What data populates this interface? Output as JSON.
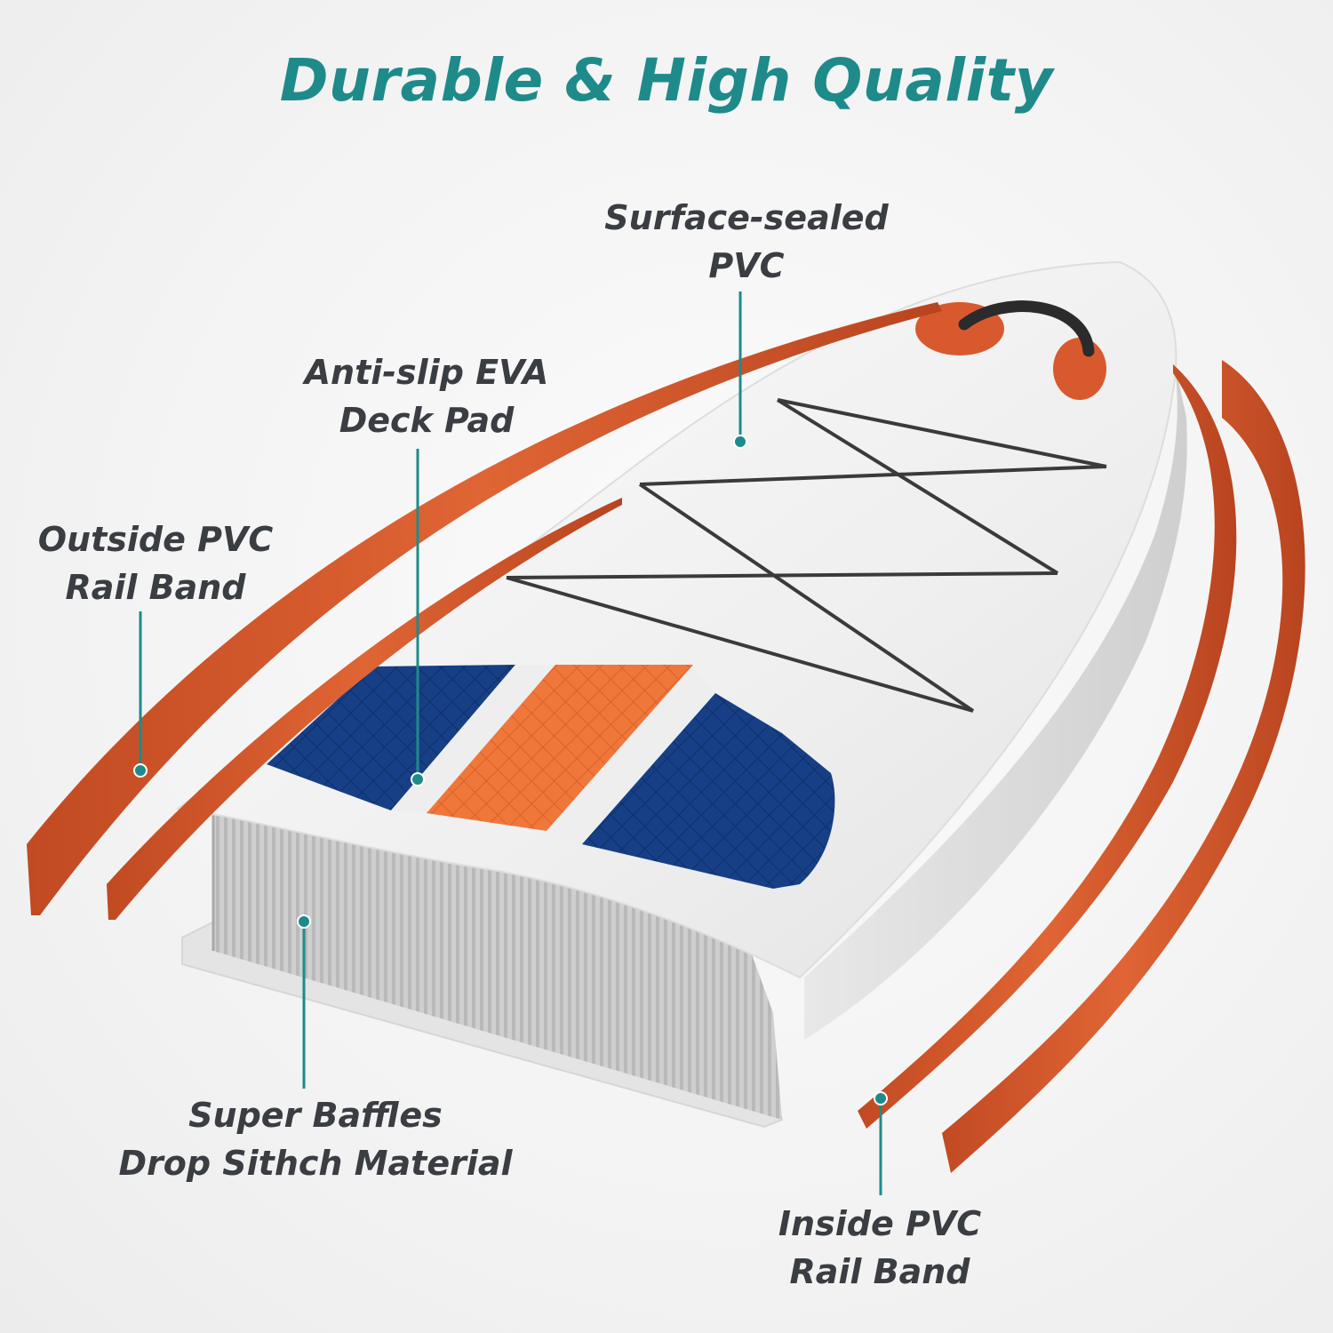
{
  "title": "Durable & High Quality",
  "callouts": {
    "surface_sealed": {
      "line1": "Surface-sealed",
      "line2": "PVC"
    },
    "anti_slip": {
      "line1": "Anti-slip EVA",
      "line2": "Deck Pad"
    },
    "outside_rail": {
      "line1": "Outside PVC",
      "line2": "Rail Band"
    },
    "baffles": {
      "line1": "Super Baffles",
      "line2": "Drop Sithch Material"
    },
    "inside_rail": {
      "line1": "Inside PVC",
      "line2": "Rail Band"
    }
  },
  "colors": {
    "title": "#1f8a8a",
    "leader": "#1f8a8a",
    "label": "#3a3d42",
    "rail_orange": "#d8592e",
    "pad_navy": "#163f86",
    "pad_orange": "#f0773a",
    "board_white": "#f4f4f4",
    "baffle_grey": "#c9c9c9"
  },
  "icons": [
    "carry-handle-icon",
    "bungee-cord-icon"
  ]
}
